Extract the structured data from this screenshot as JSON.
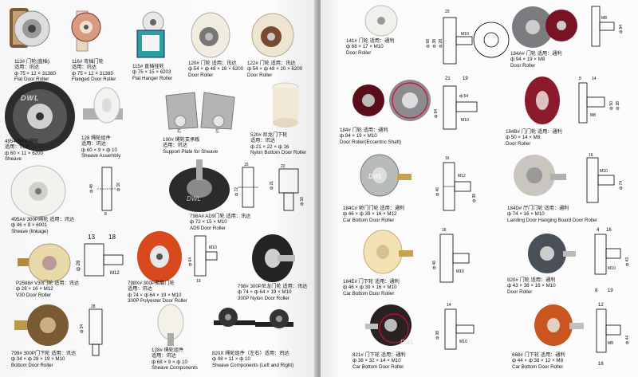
{
  "watermark": "DWL",
  "left": [
    {
      "id": "113",
      "lines": [
        "113# 门轮(直插)",
        "适用：讯达",
        "ф 75 × 12 × 31380",
        "Flat Door Roller"
      ]
    },
    {
      "id": "116",
      "lines": [
        "116# 弯插门轮",
        "适用：讯达",
        "ф 75 × 12 × 31380",
        "Flanged Door Roller"
      ]
    },
    {
      "id": "115",
      "lines": [
        "115# 直插挂轮",
        "ф 75 × 15 × 6203",
        "Flat Hanger Roller"
      ]
    },
    {
      "id": "120",
      "lines": [
        "120# 门轮 适用：讯达",
        "ф 54 × ф 48 × 16 × 6200",
        "Door Roller"
      ]
    },
    {
      "id": "122",
      "lines": [
        "122# 门轮 适用：讯达",
        "ф 54 × ф 48 × 20 × 6200",
        "Door Roller"
      ]
    },
    {
      "id": "4954",
      "lines": [
        "4954 300P绳轮",
        "适用：讯达",
        "ф 60 × 11 × 6200",
        "Sheave"
      ]
    },
    {
      "id": "128a",
      "lines": [
        "128 绳轮组件",
        "适用：讯达",
        "ф 60 × 9 × ф 10",
        "Sheave Assembly"
      ]
    },
    {
      "id": "190",
      "lines": [
        "190# 绳轮支承板",
        "适用：讯达",
        "Support Plate for Sheave"
      ]
    },
    {
      "id": "520",
      "lines": [
        "520# 尼龙门下轮",
        "适用：讯达",
        "ф 21 × 22 × ф 16",
        "Nylon Bottom Door Roller"
      ]
    },
    {
      "id": "495A",
      "lines": [
        "495A# 300P绳轮 适用：讯达",
        "ф 46 × 8 × 6001",
        "Sheave (linkage)"
      ]
    },
    {
      "id": "798A",
      "lines": [
        "798A# AD9门轮 适用：讯达",
        "ф 72 × 15 × M10",
        "AD9 Door Roller"
      ]
    },
    {
      "id": "P2588",
      "lines": [
        "P2588# V30门轮 适用：讯达",
        "ф 28 × 16 × M12",
        "V30 Door Roller"
      ]
    },
    {
      "id": "798X",
      "lines": [
        "798X# 300P聚酯门轮",
        "适用：讯达",
        "ф 74 × ф 64 × 19 × M10",
        "300P Polyester Door Roller"
      ]
    },
    {
      "id": "798N",
      "lines": [
        "798# 300P尼龙门轮 适用：讯达",
        "ф 74 × ф 64 × 19 × M10",
        "300P Nylon Door Roller"
      ]
    },
    {
      "id": "799",
      "lines": [
        "799# 300P门下轮 适用：讯达",
        "ф 34 × ф 28 × 19 × M10",
        "Bottom Door Roller"
      ]
    },
    {
      "id": "128b",
      "lines": [
        "128# 绳轮组件",
        "适用：讯达",
        "ф 68 × 9 × ф 10",
        "Sheave Components"
      ]
    },
    {
      "id": "820X",
      "lines": [
        "820X 绳轮组件（左右）适用：讯达",
        "ф 48 × 11 × ф 10",
        "Sheave Components (Left and Right)"
      ]
    }
  ],
  "right": [
    {
      "id": "141",
      "lines": [
        "141# 门轮 适用：通利",
        "ф 68 × 17 × M10",
        "Door Roller"
      ]
    },
    {
      "id": "184A",
      "lines": [
        "184A# 门轮 适用：通利",
        "ф 94 × 19 × M8",
        "Door Roller"
      ]
    },
    {
      "id": "184",
      "lines": [
        "184# 门轮 适用：通利",
        "ф 94 × 19 × M10",
        "Door Roller(Eccentric Shaft)"
      ]
    },
    {
      "id": "184B",
      "lines": [
        "184B# 门门轮 适用：通利",
        "ф 50 × 14 × M8",
        "Door Roller"
      ]
    },
    {
      "id": "184C",
      "lines": [
        "184C# 轿门门轮 适用：通利",
        "ф 46 × ф 39 × 16 × M12",
        "Car Bottom Door Roller"
      ]
    },
    {
      "id": "184D",
      "lines": [
        "184D# 厅门门轮 适用：通利",
        "ф 74 × 16 × M10",
        "Landing Door Hanging Board Door Roller"
      ]
    },
    {
      "id": "184E",
      "lines": [
        "184E# 门下轮 适用：通利",
        "ф 46 × ф 39 × 16 × M10",
        "Car Bottom Door Roller"
      ]
    },
    {
      "id": "820",
      "lines": [
        "820# 门轮 适用：通利",
        "ф 43 × 38 × 16 × M10",
        "Door Roller"
      ]
    },
    {
      "id": "821",
      "lines": [
        "821# 门下轮 适用：通利",
        "ф 38 × 32 × 14 × M10",
        "Car Bottom Door Roller"
      ]
    },
    {
      "id": "668",
      "lines": [
        "668# 门下轮 适用：通利",
        "ф 44 × ф 38 × 12 × M8",
        "Car Bottom Door Roller"
      ]
    }
  ],
  "dims": {
    "d141": [
      "20",
      "ф 38",
      "ф 28",
      "ф 68",
      "M10"
    ],
    "d184A": [
      "ф 94",
      "M8"
    ],
    "d184": [
      "21",
      "19",
      "ф 94",
      "M10",
      "ф 54"
    ],
    "d184B": [
      "8",
      "14",
      "ф 50",
      "ф 38",
      "M8"
    ],
    "d520": [
      "22",
      "ф 21",
      "ф 16"
    ],
    "d495A": [
      "ф 46",
      "ф 16",
      "8"
    ],
    "d798A": [
      "15",
      "ф 72"
    ],
    "dP2588": [
      "13",
      "18",
      "ф 28",
      "M12"
    ],
    "d798X": [
      "19",
      "ф 64",
      "M10"
    ],
    "d799": [
      "28",
      "ф 34"
    ],
    "d184C": [
      "16",
      "ф 46",
      "ф 39",
      "M12"
    ],
    "d184D": [
      "16",
      "ф 74",
      "M10"
    ],
    "d184E": [
      "16",
      "ф 46",
      "M10"
    ],
    "d820": [
      "4",
      "16",
      "ф 43",
      "M10",
      "8",
      "19"
    ],
    "d821": [
      "14",
      "ф 38",
      "M10"
    ],
    "d668": [
      "12",
      "ф 44",
      "M8",
      "16"
    ]
  }
}
